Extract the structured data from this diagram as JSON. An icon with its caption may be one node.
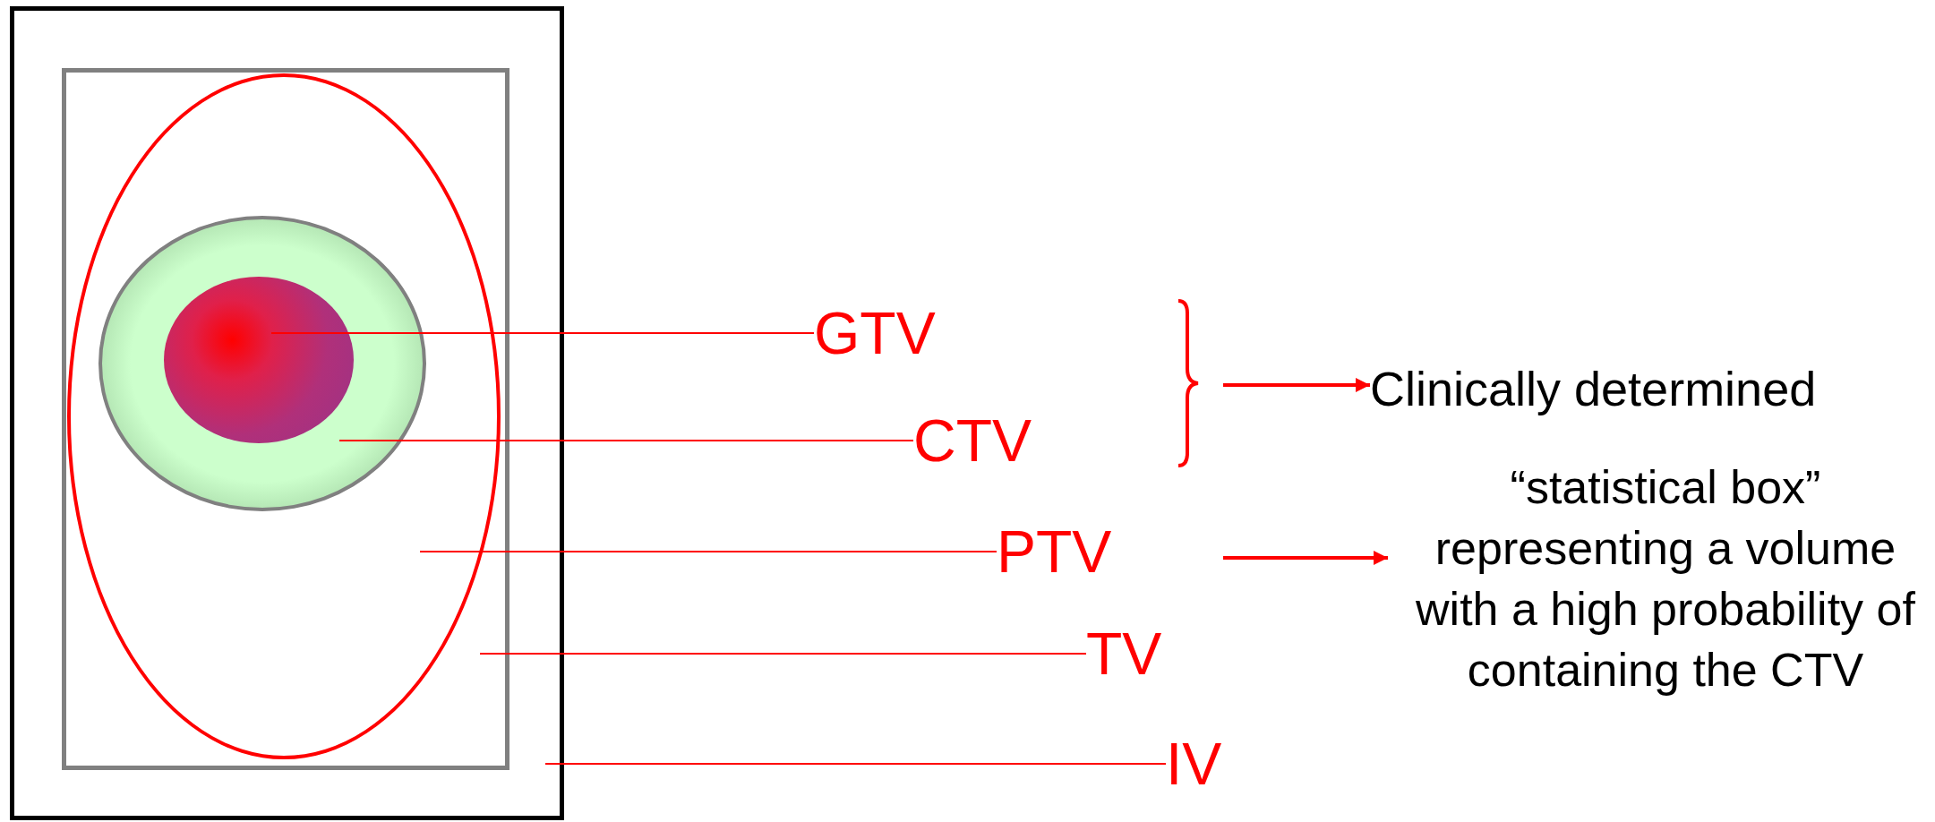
{
  "diagram": {
    "nodes": [
      {
        "text": [],
        "shape": "box"
      },
      {
        "text": [],
        "shape": "box",
        "in": 0
      },
      {
        "text": [],
        "shape": "circle",
        "in": 1
      },
      {
        "text": [],
        "shape": "circle",
        "in": 2
      },
      {
        "text": [],
        "shape": "circle",
        "in": 3
      },
      {
        "text": [
          "GTV"
        ]
      },
      {
        "text": [
          "CTV"
        ]
      },
      {
        "text": [
          "PTV"
        ]
      },
      {
        "text": [
          "TV"
        ]
      },
      {
        "text": [
          "IV"
        ]
      },
      {
        "text": [
          "Clinically determined"
        ]
      },
      {
        "text": [
          "“statistical box” representing a volume with a high probability of containing the CTV"
        ]
      }
    ],
    "edges": [
      {
        "from": 5,
        "to": 4,
        "arrow": "none"
      },
      {
        "from": 6,
        "to": 3,
        "arrow": "none"
      },
      {
        "from": 7,
        "to": 2,
        "arrow": "none"
      },
      {
        "from": 8,
        "to": 1,
        "arrow": "none"
      },
      {
        "from": 9,
        "to": 0,
        "arrow": "none"
      },
      {
        "from": null,
        "to": 10,
        "arrow": "to"
      },
      {
        "from": null,
        "to": 11,
        "arrow": "to"
      }
    ]
  }
}
